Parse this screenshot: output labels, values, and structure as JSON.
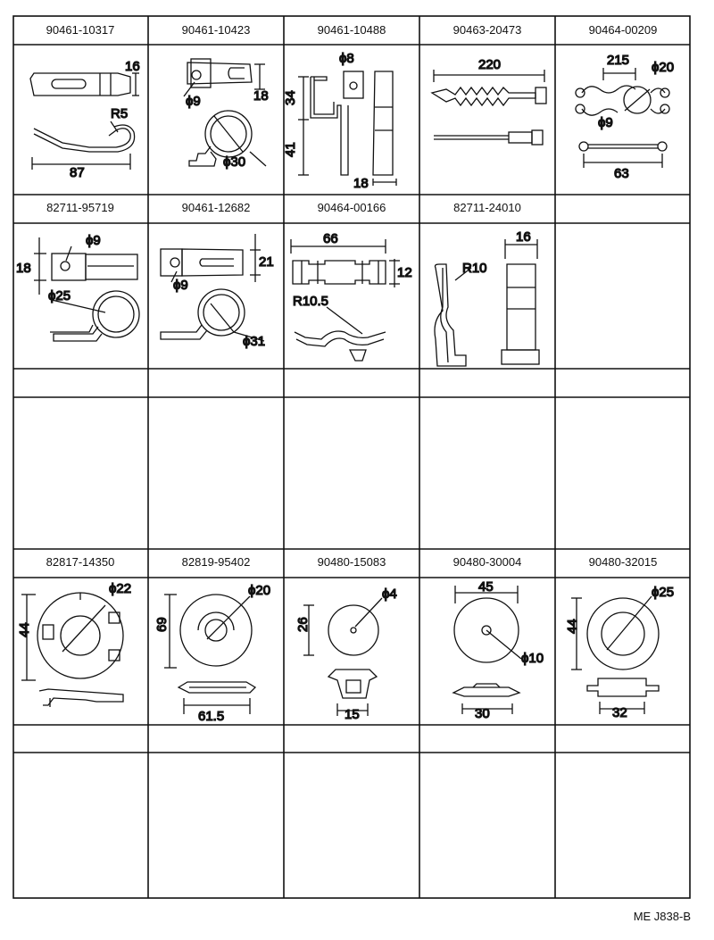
{
  "rows": [
    {
      "cells": [
        {
          "part": "90461-10317",
          "dims": [
            "16",
            "R5",
            "87"
          ]
        },
        {
          "part": "90461-10423",
          "dims": [
            "ϕ9",
            "18",
            "ϕ30"
          ]
        },
        {
          "part": "90461-10488",
          "dims": [
            "ϕ8",
            "34",
            "41",
            "18"
          ]
        },
        {
          "part": "90463-20473",
          "dims": [
            "220"
          ]
        },
        {
          "part": "90464-00209",
          "dims": [
            "215",
            "ϕ20",
            "ϕ9",
            "63"
          ]
        }
      ]
    },
    {
      "cells": [
        {
          "part": "82711-95719",
          "dims": [
            "ϕ9",
            "18",
            "ϕ25"
          ]
        },
        {
          "part": "90461-12682",
          "dims": [
            "21",
            "ϕ9",
            "ϕ31"
          ]
        },
        {
          "part": "90464-00166",
          "dims": [
            "66",
            "12",
            "R10.5"
          ]
        },
        {
          "part": "82711-24010",
          "dims": [
            "16",
            "R10"
          ]
        },
        {
          "part": "",
          "dims": []
        }
      ]
    },
    {
      "cells": [
        {
          "part": "82817-14350",
          "dims": [
            "ϕ22",
            "44"
          ]
        },
        {
          "part": "82819-95402",
          "dims": [
            "ϕ20",
            "69",
            "61.5"
          ]
        },
        {
          "part": "90480-15083",
          "dims": [
            "ϕ4",
            "26",
            "15"
          ]
        },
        {
          "part": "90480-30004",
          "dims": [
            "45",
            "ϕ10",
            "30"
          ]
        },
        {
          "part": "90480-32015",
          "dims": [
            "ϕ25",
            "44",
            "32"
          ]
        }
      ]
    }
  ],
  "footer": {
    "code": "ME J838-B"
  }
}
